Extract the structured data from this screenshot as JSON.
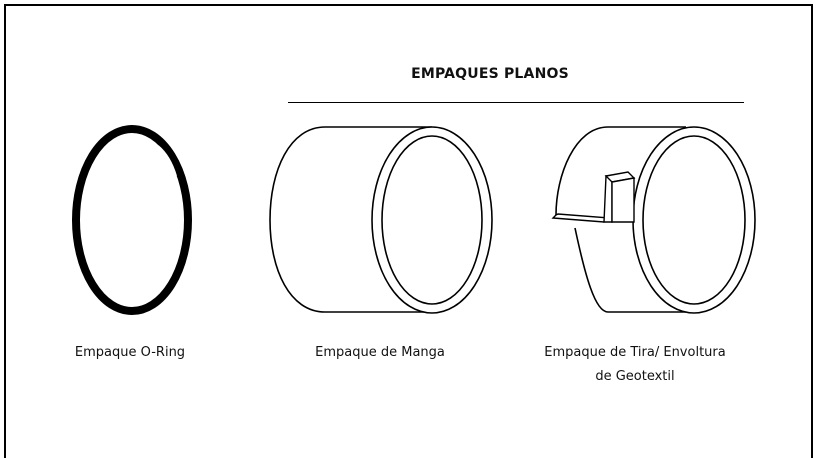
{
  "header": {
    "title": "EMPAQUES PLANOS"
  },
  "items": [
    {
      "caption": "Empaque O-Ring"
    },
    {
      "caption": "Empaque de Manga"
    },
    {
      "caption_line1": "Empaque de Tira/ Envoltura",
      "caption_line2": "de Geotextil"
    }
  ]
}
